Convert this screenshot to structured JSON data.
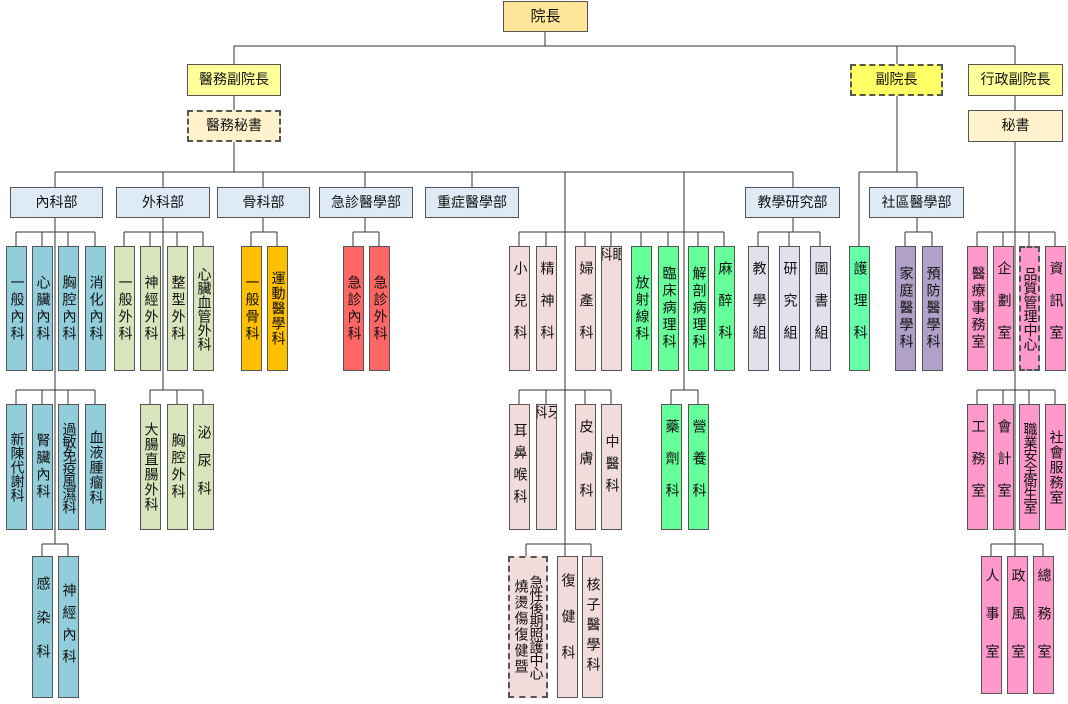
{
  "colors": {
    "top": "#ffe699",
    "vp": "#ffff66",
    "vp_admin": "#ffff99",
    "secretary": "#fff2cc",
    "dept": "#deebf7",
    "internal": "#92cddc",
    "surgery": "#d8e4bc",
    "ortho": "#ffc000",
    "emergency": "#ff6666",
    "general": "#f2dcdb",
    "tech": "#66ff99",
    "teaching": "#e4dfec",
    "nursing": "#66ffaa",
    "community": "#b1a0c7",
    "admin": "#ff99cc"
  },
  "nodes": {
    "president": "院長",
    "vp_medical": "醫務副院長",
    "vp": "副院長",
    "vp_admin": "行政副院長",
    "medical_secretary": "醫務秘書",
    "secretary": "秘書",
    "dept_internal": "內科部",
    "dept_surgery": "外科部",
    "dept_ortho": "骨科部",
    "dept_emergency": "急診醫學部",
    "dept_critical": "重症醫學部",
    "dept_teaching": "教學研究部",
    "dept_community": "社區醫學部",
    "general_internal": "一般內科",
    "cardiology": "心臟內科",
    "chest_internal": "胸腔內科",
    "gastro": "消化內科",
    "metabolism": "新陳代謝科",
    "nephrology": "腎臟內科",
    "allergy": "過敏免疫風濕科",
    "hematology": "血液腫瘤科",
    "infection": "感染科",
    "neurology": "神經內科",
    "general_surgery": "一般外科",
    "neurosurgery": "神經外科",
    "plastic": "整型外科",
    "cardiovascular": "心臟血管外科",
    "colorectal": "大腸直腸外科",
    "chest_surgery": "胸腔外科",
    "urology": "泌尿科",
    "general_ortho": "一般骨科",
    "sports": "運動醫學科",
    "er_internal": "急診內科",
    "er_surgery": "急診外科",
    "pediatrics": "小兒科",
    "psychiatry": "精神科",
    "obgyn": "婦產科",
    "ophthalmology": "眼科",
    "ent": "耳鼻喉科",
    "dental": "牙科",
    "dermatology": "皮膚科",
    "chinese_med": "中醫科",
    "burn": "燒燙傷復健暨",
    "acute_care": "急性後期照護中心",
    "rehab": "復健科",
    "nuclear": "核子醫學科",
    "radiology": "放射線科",
    "clinical_path": "臨床病理科",
    "anatomic_path": "解剖病理科",
    "anesthesia": "麻醉科",
    "pharmacy": "藥劑科",
    "nutrition": "營養科",
    "teaching_group": "教學組",
    "research_group": "研究組",
    "library_group": "圖書組",
    "nursing": "護理科",
    "family_med": "家庭醫學科",
    "preventive_med": "預防醫學科",
    "medical_affairs": "醫療事務室",
    "planning": "企劃室",
    "quality": "品質管理中心",
    "it": "資訊室",
    "engineering": "工務室",
    "accounting": "會計室",
    "safety": "職業安全衛生室",
    "social": "社會服務室",
    "personnel": "人事室",
    "ethics": "政風室",
    "general_affairs": "總務室"
  }
}
